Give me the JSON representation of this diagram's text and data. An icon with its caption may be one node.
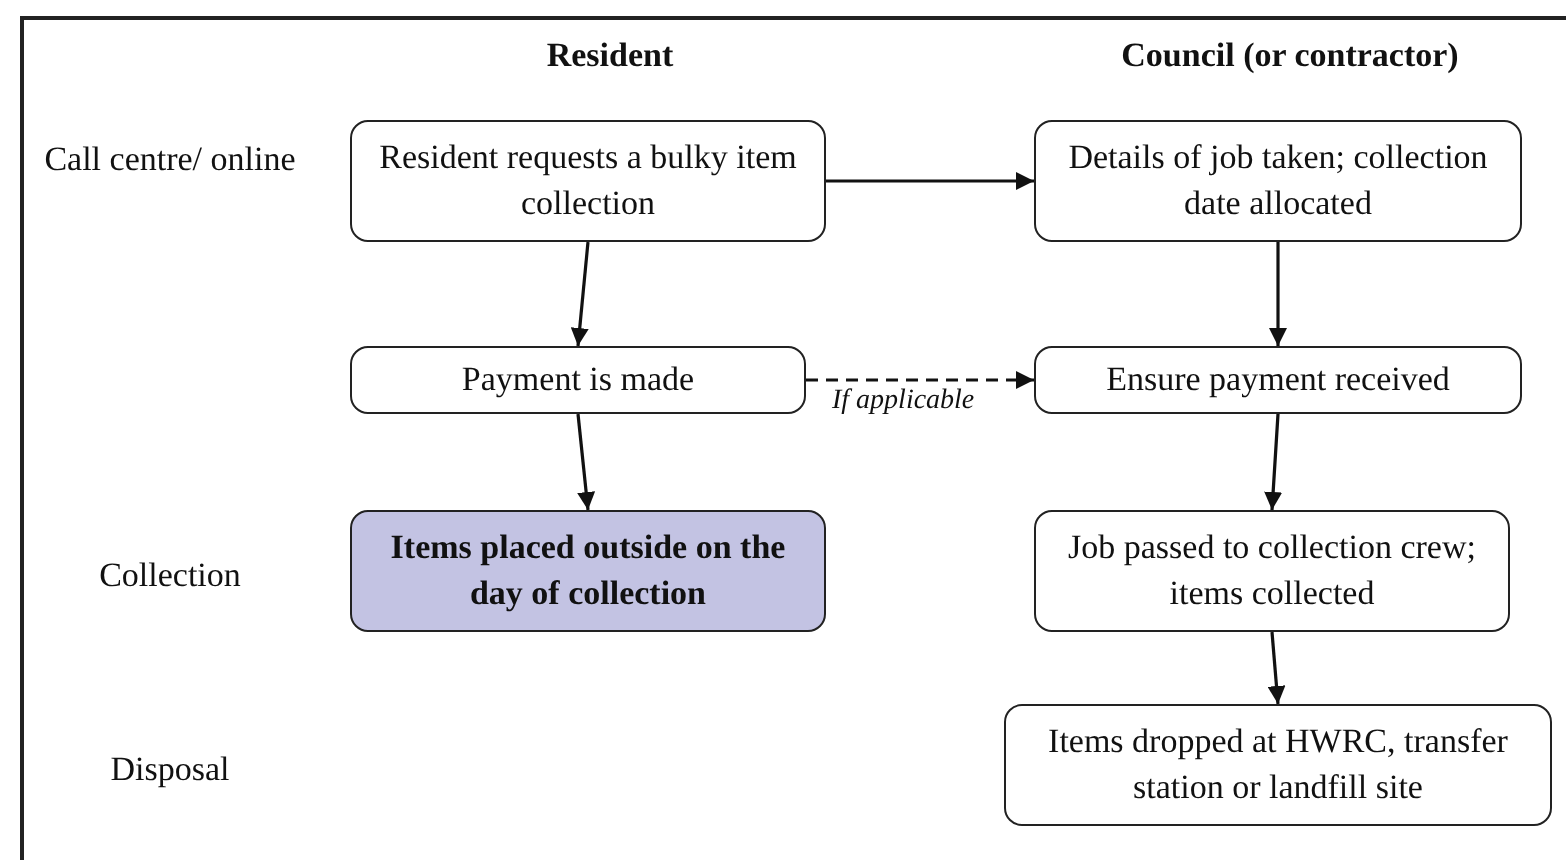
{
  "diagram": {
    "nodes": [
      {
        "text": [
          "Resident requests a bulky item collection"
        ]
      },
      {
        "text": [
          "Details of job taken; collection date allocated"
        ]
      },
      {
        "text": [
          "Payment is made"
        ]
      },
      {
        "text": [
          "Ensure payment received"
        ]
      },
      {
        "text": [
          "Items placed outside on the day of collection"
        ]
      },
      {
        "text": [
          "Job passed to collection crew; items collected"
        ]
      },
      {
        "text": [
          "Items dropped at HWRC, transfer station or landfill site"
        ]
      }
    ],
    "edges": [
      {
        "from": 0,
        "to": 1,
        "arrow": "to"
      },
      {
        "from": 0,
        "to": 2,
        "arrow": "to"
      },
      {
        "from": 1,
        "to": 3,
        "arrow": "to"
      },
      {
        "from": 2,
        "to": 3,
        "arrow": "to",
        "style": "dashed",
        "label": "If applicable"
      },
      {
        "from": 2,
        "to": 4,
        "arrow": "to"
      },
      {
        "from": 3,
        "to": 5,
        "arrow": "to"
      },
      {
        "from": 5,
        "to": 6,
        "arrow": "to"
      }
    ],
    "labels": [
      "Resident",
      "Council (or contractor)",
      "Call centre/ online",
      "Collection",
      "Disposal"
    ]
  }
}
